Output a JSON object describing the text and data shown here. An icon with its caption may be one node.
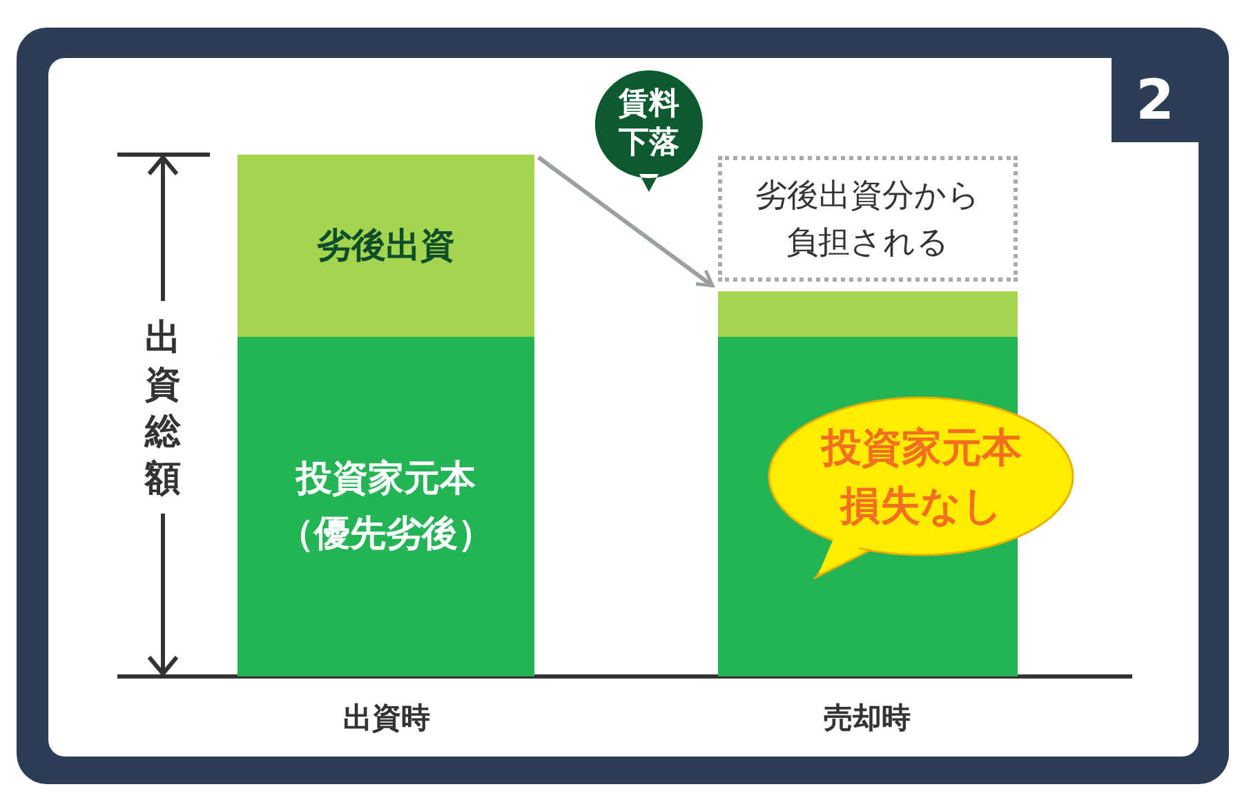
{
  "diagram": {
    "nodes": [
      {
        "text": [
          "劣後出資"
        ]
      },
      {
        "text": [
          "投資家元本（優先劣後）"
        ]
      },
      {
        "text": [
          "賃料下落"
        ]
      },
      {
        "text": [
          "劣後出資分から負担される"
        ]
      },
      {
        "text": [],
        "shape": "bar"
      },
      {
        "text": [],
        "shape": "bar"
      },
      {
        "text": [
          "投資家元本損失なし"
        ]
      }
    ],
    "edges": [
      {
        "from": 0,
        "to": 4,
        "arrow": "to",
        "color": "#9aa0a0"
      }
    ],
    "labels": [
      "2",
      "出資総額",
      "出資時",
      "売却時"
    ]
  }
}
